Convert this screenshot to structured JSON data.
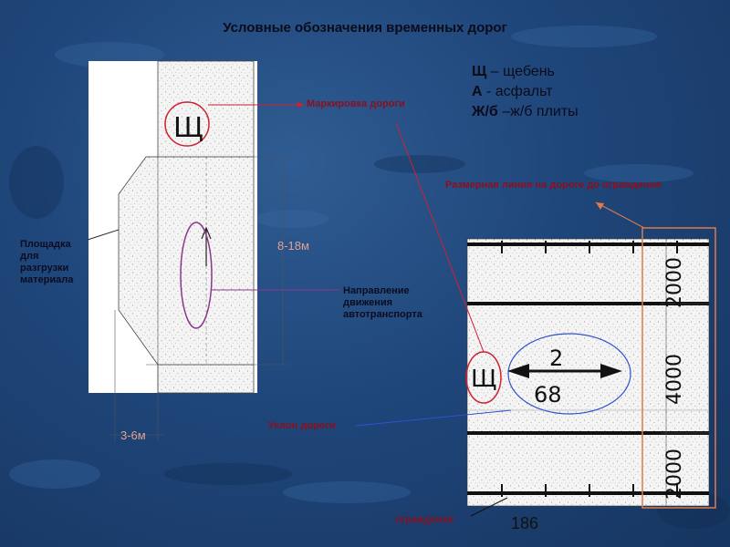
{
  "title": "Условные обозначения временных дорог",
  "legend": [
    {
      "code": "Щ",
      "sep": " – ",
      "text": "щебень"
    },
    {
      "code": "А",
      "sep": " - ",
      "text": "асфальт"
    },
    {
      "code": "Ж/б",
      "sep": " –",
      "text": "ж/б плиты"
    }
  ],
  "labels": {
    "marking": "Маркировка дороги",
    "unload_area": [
      "Площадка",
      "для",
      "разгрузки",
      "материала"
    ],
    "direction": [
      "Направление",
      "движения",
      "автотранспорта"
    ],
    "dim_line": "Размерная линия на дороге до ограждения",
    "slope": "Уклон дороги",
    "fence": "ограждение"
  },
  "left_plan": {
    "marking_letter": "Щ",
    "length_dim": "8-18м",
    "width_dim": "3-6м"
  },
  "right_plan": {
    "marking_letter": "Щ",
    "slope_top": "2",
    "slope_bottom": "68",
    "dims": [
      "2000",
      "4000",
      "2000"
    ]
  },
  "page_number": "186",
  "colors": {
    "background": "#1f467a",
    "callout_red": "#d02030",
    "callout_purple": "#8a3a8a",
    "callout_blue": "#3050d0",
    "dim_orange": "#e07a4a"
  }
}
